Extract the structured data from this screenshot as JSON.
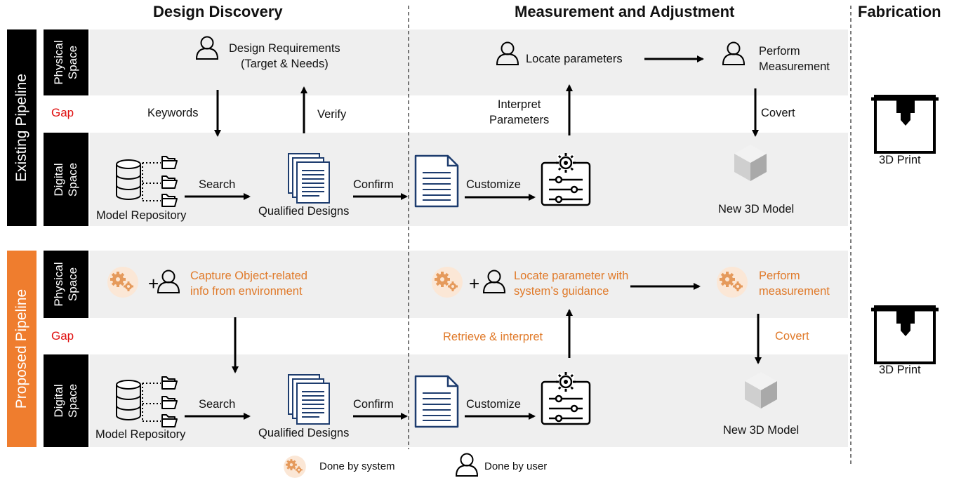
{
  "headers": {
    "design_discovery": "Design Discovery",
    "measurement": "Measurement and Adjustment",
    "fabrication": "Fabrication"
  },
  "pipelines": {
    "existing": "Existing Pipeline",
    "proposed": "Proposed Pipeline"
  },
  "spaces": {
    "physical": "Physical\nSpace",
    "digital": "Digital\nSpace",
    "gap": "Gap"
  },
  "existing": {
    "design_requirements": "Design Requirements\n(Target & Needs)",
    "keywords": "Keywords",
    "verify": "Verify",
    "model_repository": "Model Repository",
    "search": "Search",
    "qualified_designs": "Qualified Designs",
    "confirm": "Confirm",
    "customize": "Customize",
    "interpret_parameters": "Interpret\nParameters",
    "locate_parameters": "Locate parameters",
    "perform_measurement": "Perform\nMeasurement",
    "covert": "Covert",
    "new_model": "New 3D Model",
    "print": "3D Print"
  },
  "proposed": {
    "capture": "Capture Object-related\ninfo from environment",
    "model_repository": "Model Repository",
    "search": "Search",
    "qualified_designs": "Qualified Designs",
    "confirm": "Confirm",
    "customize": "Customize",
    "retrieve": "Retrieve & interpret",
    "locate_guidance": "Locate parameter with\nsystem’s guidance",
    "perform_measurement": "Perform\nmeasurement",
    "covert": "Covert",
    "new_model": "New 3D Model",
    "print": "3D Print"
  },
  "legend": {
    "system": "Done by system",
    "user": "Done by user"
  },
  "colors": {
    "accent_orange": "#e07a2a",
    "gap_red": "#e01010",
    "band_gray": "#efefef"
  }
}
